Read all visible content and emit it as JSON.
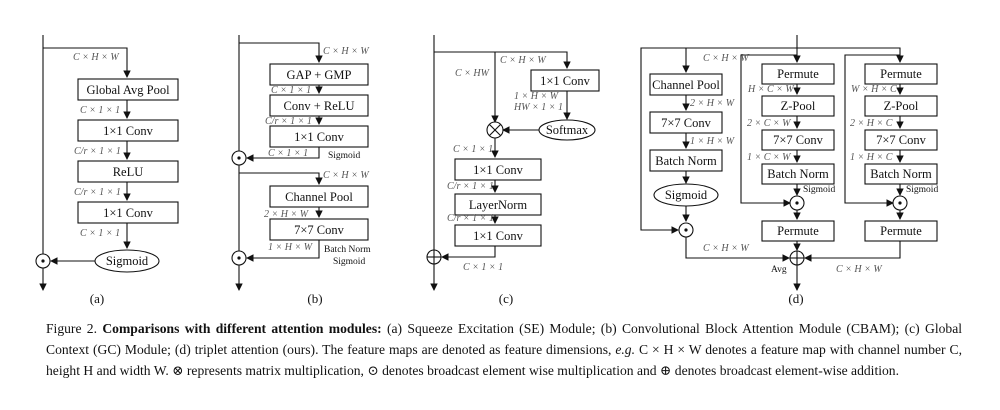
{
  "panel_a": {
    "blocks": [
      "Global Avg Pool",
      "1×1 Conv",
      "ReLU",
      "1×1 Conv"
    ],
    "sigmoid": "Sigmoid",
    "dims": [
      "C × H × W",
      "C × 1 × 1",
      "C/r × 1 × 1",
      "C/r × 1 × 1",
      "C × 1 × 1"
    ],
    "label": "(a)"
  },
  "panel_b": {
    "blocks": [
      "GAP + GMP",
      "Conv + ReLU",
      "1×1 Conv",
      "Channel Pool",
      "7×7 Conv"
    ],
    "dims": [
      "C × H × W",
      "C × 1 × 1",
      "C/r × 1 × 1",
      "C × 1 × 1",
      "C × H × W",
      "2 × H × W",
      "1 × H × W"
    ],
    "notes": [
      "Sigmoid",
      "Batch Norm",
      "Sigmoid"
    ],
    "label": "(b)"
  },
  "panel_c": {
    "blocks": [
      "1×1 Conv",
      "1×1 Conv",
      "LayerNorm",
      "1×1 Conv"
    ],
    "softmax": "Softmax",
    "dims": [
      "C × H × W",
      "C × HW",
      "1 × H × W",
      "HW × 1 × 1",
      "C × 1 × 1",
      "C/r × 1 × 1",
      "C/r × 1 × 1",
      "C × 1 × 1"
    ],
    "label": "(c)"
  },
  "panel_d": {
    "left_blocks": [
      "Channel Pool",
      "7×7 Conv",
      "Batch Norm"
    ],
    "mid_blocks": [
      "Permute",
      "Z-Pool",
      "7×7 Conv",
      "Batch Norm",
      "Permute"
    ],
    "right_blocks": [
      "Permute",
      "Z-Pool",
      "7×7 Conv",
      "Batch Norm",
      "Permute"
    ],
    "sigmoid": "Sigmoid",
    "dims": [
      "C × H × W",
      "2 × H × W",
      "1 × H × W",
      "H × C × W",
      "2 × C × W",
      "1 × C × W",
      "W × H × C",
      "2 × H × C",
      "1 × H × C",
      "C × H × W",
      "C × H × W"
    ],
    "notes": [
      "Sigmoid",
      "Sigmoid"
    ],
    "avg": "Avg",
    "label": "(d)"
  },
  "caption": {
    "fig": "Figure 2.",
    "title": "Comparisons with different attention modules:",
    "line1_rest": "(a) Squeeze Excitation (SE) Module; (b) Convolutional Block Attention",
    "line2": "Module (CBAM); (c) Global Context (GC) Module; (d) triplet attention (ours). The feature maps are denoted as feature dimensions,",
    "eg": "e.g.",
    "line3": "C × H × W denotes a feature map with channel number C, height H and width W.  ⊗ represents matrix multiplication, ⊙ denotes",
    "line4": "broadcast element wise multiplication and ⊕ denotes broadcast element-wise addition."
  }
}
